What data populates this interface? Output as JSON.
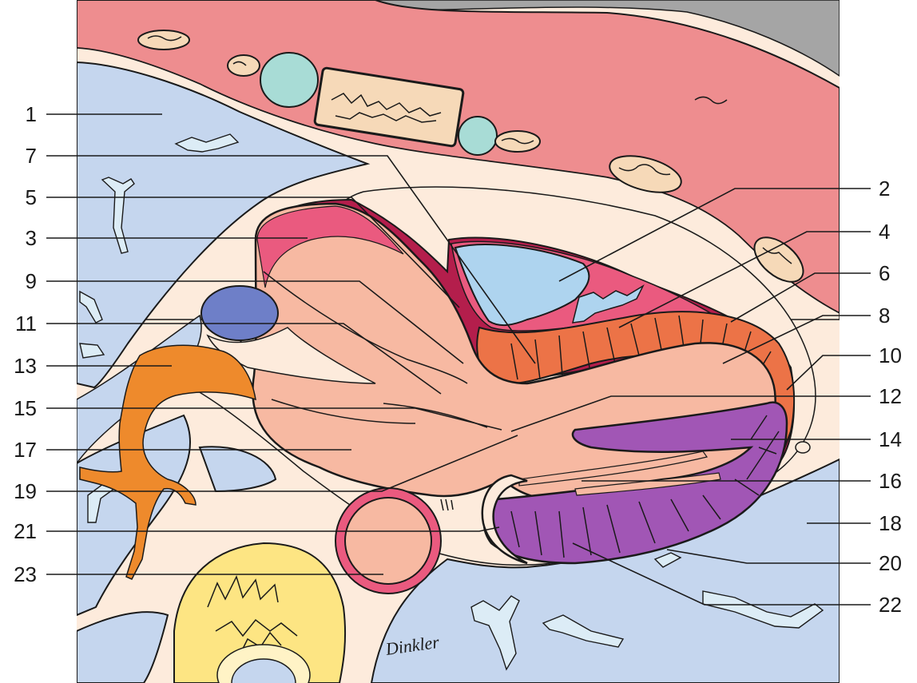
{
  "labels": {
    "left": [
      "1",
      "7",
      "5",
      "3",
      "9",
      "11",
      "13",
      "15",
      "17",
      "19",
      "21",
      "23"
    ],
    "right": [
      "2",
      "4",
      "6",
      "8",
      "10",
      "12",
      "14",
      "16",
      "18",
      "20",
      "22"
    ]
  },
  "signature": "Dinkler",
  "colors": {
    "background": "#fdebdc",
    "lung": "#c5d6ee",
    "body_wall": "#e8858a",
    "ventricle_wall": "#f7b9a2",
    "blood_pool": "#aed4ef",
    "red_zone": "#ea5a7f",
    "orange_zone": "#ec7347",
    "purple_zone": "#a156b5",
    "artery": "#ee8a2c",
    "vein": "#6e7fc8",
    "vertebra": "#fde583",
    "dark_wall": "#b41e4c",
    "shadow": "#a5a5a5"
  }
}
